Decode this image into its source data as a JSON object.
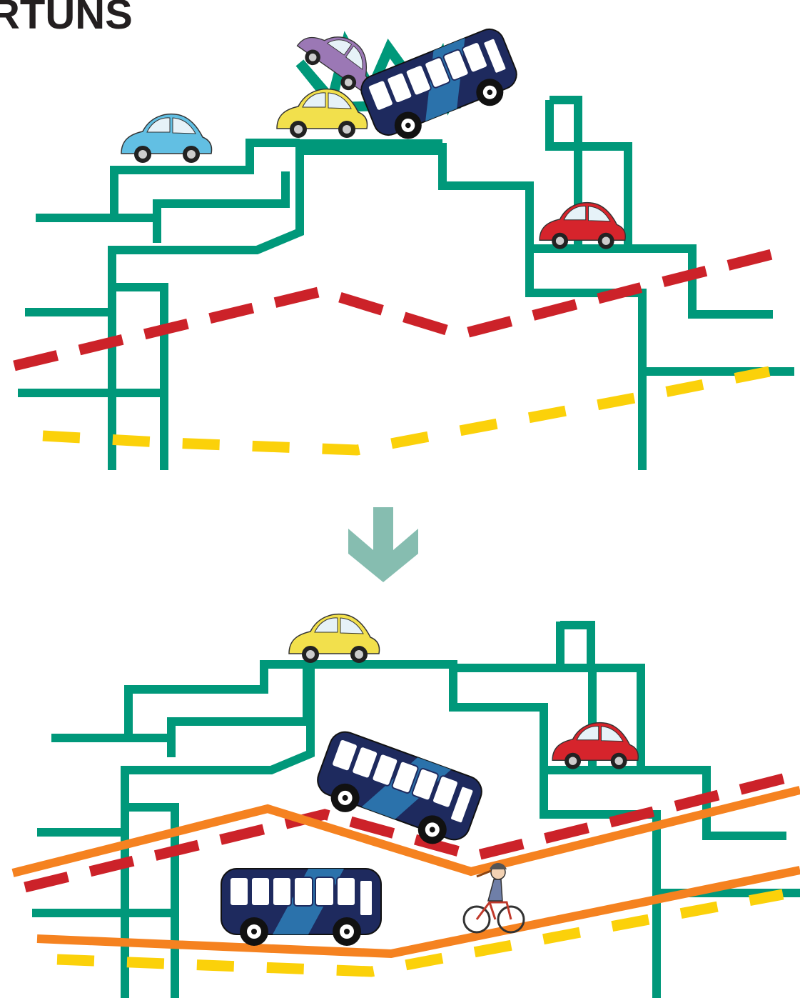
{
  "title": "RTUNS",
  "colors": {
    "road": "#00987a",
    "red_route": "#cc2229",
    "yellow_route": "#fbd10a",
    "orange_route": "#f58220",
    "arrow": "#86bdb0",
    "bus_body": "#1e2a5e",
    "bus_accent": "#2e7fb8"
  },
  "top_panel": {
    "vehicles": [
      "blue-car",
      "yellow-car",
      "purple-car",
      "blue-bus",
      "red-car"
    ],
    "crash_icon": "starburst-crash-icon"
  },
  "transition": {
    "icon": "arrow-down-icon"
  },
  "bottom_panel": {
    "vehicles": [
      "yellow-car",
      "red-car",
      "blue-bus",
      "blue-bus",
      "cyclist"
    ]
  }
}
